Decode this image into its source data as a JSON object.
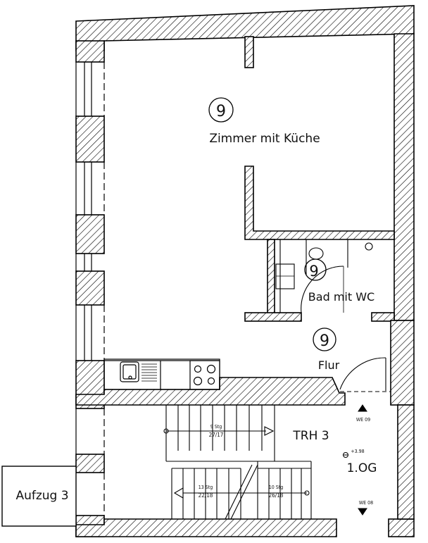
{
  "rooms": {
    "main_room": {
      "number": "9",
      "name": "Zimmer mit Küche"
    },
    "bath": {
      "number": "9",
      "name": "Bad mit WC"
    },
    "hall": {
      "number": "9",
      "name": "Flur"
    }
  },
  "stairwell": {
    "label": "TRH 3"
  },
  "elevator": {
    "label": "Aufzug 3"
  },
  "stairs": {
    "upper_flight": {
      "count": "9 Stg",
      "ratio": "27/17"
    },
    "lower_left": {
      "count": "13 Stg",
      "ratio": "22/18"
    },
    "lower_right": {
      "count": "10 Stg",
      "ratio": "26/18"
    }
  },
  "level": {
    "elevation": "+3.98",
    "name": "1.OG"
  },
  "markers": {
    "we09": "WE 09",
    "we08": "WE 08"
  },
  "colors": {
    "line": "#000000",
    "background": "#ffffff"
  }
}
